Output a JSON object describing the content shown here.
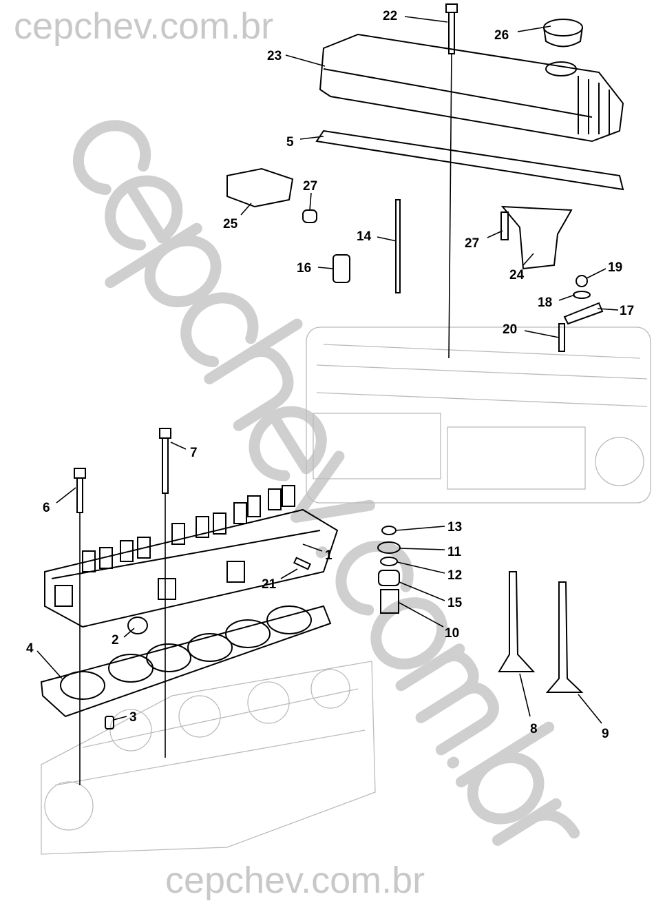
{
  "watermark": {
    "text": "cepchev.com.br"
  },
  "callouts": [
    {
      "id": "22",
      "text": "22"
    },
    {
      "id": "26",
      "text": "26"
    },
    {
      "id": "23",
      "text": "23"
    },
    {
      "id": "5",
      "text": "5"
    },
    {
      "id": "27a",
      "text": "27"
    },
    {
      "id": "25",
      "text": "25"
    },
    {
      "id": "14",
      "text": "14"
    },
    {
      "id": "27b",
      "text": "27"
    },
    {
      "id": "16",
      "text": "16"
    },
    {
      "id": "24",
      "text": "24"
    },
    {
      "id": "19",
      "text": "19"
    },
    {
      "id": "18",
      "text": "18"
    },
    {
      "id": "17",
      "text": "17"
    },
    {
      "id": "20",
      "text": "20"
    },
    {
      "id": "7",
      "text": "7"
    },
    {
      "id": "6",
      "text": "6"
    },
    {
      "id": "13",
      "text": "13"
    },
    {
      "id": "11",
      "text": "11"
    },
    {
      "id": "1",
      "text": "1"
    },
    {
      "id": "12",
      "text": "12"
    },
    {
      "id": "21",
      "text": "21"
    },
    {
      "id": "15",
      "text": "15"
    },
    {
      "id": "10",
      "text": "10"
    },
    {
      "id": "2",
      "text": "2"
    },
    {
      "id": "4",
      "text": "4"
    },
    {
      "id": "3",
      "text": "3"
    },
    {
      "id": "8",
      "text": "8"
    },
    {
      "id": "9",
      "text": "9"
    }
  ]
}
